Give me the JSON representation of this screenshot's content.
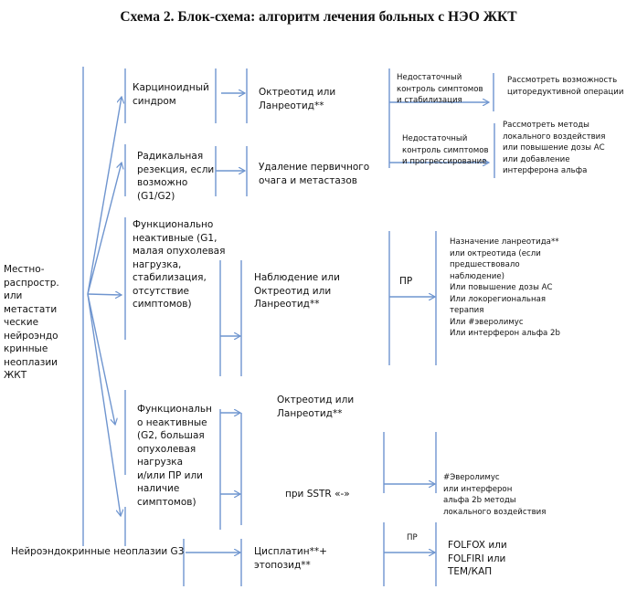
{
  "title": "Схема 2. Блок-схема: алгоритм лечения больных с НЭО ЖКТ",
  "root": "Местно-\nраспростр.\nили\nметастати\nческие\nнейроэндо\nкринные\nнеоплазии\nЖКТ",
  "g3_root": "Нейроэндокринные неоплазии G3",
  "branches": {
    "carcinoid": "Карциноидный\nсиндром",
    "resection": "Радикальная\nрезекция, если\nвозможно\n(G1/G2)",
    "inactive_g1": "Функционально\nнеактивные (G1,\nмалая опухолевая\nнагрузка,\nстабилизация,\nотсутствие\nсимптомов)",
    "inactive_g2": "Функциональн\nо неактивные\n(G2, большая\nопухолевая\nнагрузка\nи/или ПР или\nналичие\nсимптомов)"
  },
  "treatments": {
    "carcinoid": "Октреотид или\nЛанреотид**",
    "resection": "Удаление первичного\nочага и метастазов",
    "inactive_g1": "Наблюдение или\nОктреотид или\nЛанреотид**",
    "inactive_g2": "Октреотид или\nЛанреотид**",
    "sstr_neg": "при SSTR «-»",
    "g3": "Цисплатин**+\nэтопозид**"
  },
  "outcomes": {
    "stab_label": "Недостаточный\nконтроль симптомов\nи стабилизация",
    "stab_action": "Рассмотреть возможность\nциторедуктивной операции",
    "prog_label": "Недостаточный\nконтроль симптомов\nи прогрессирование",
    "prog_action": "Рассмотреть методы\nлокального воздействия\nили повышение дозы АС\nили добавление\nинтерферона альфа",
    "pr_label": "ПР",
    "pr_action": "Назначение ланреотида**\nили октреотида (если\nпредшествовало\nнаблюдение)\nИли повышение дозы АС\nИли локорегиональная\nтерапия\nИли #эверолимус\nИли интерферон альфа 2b",
    "g2_action": "#Эверолимус\nили интерферон\nальфа 2b методы\nлокального воздействия",
    "g3_pr_label": "ПР",
    "g3_action": "FOLFOX или\nFOLFIRI или\nТЕМ/КАП"
  }
}
